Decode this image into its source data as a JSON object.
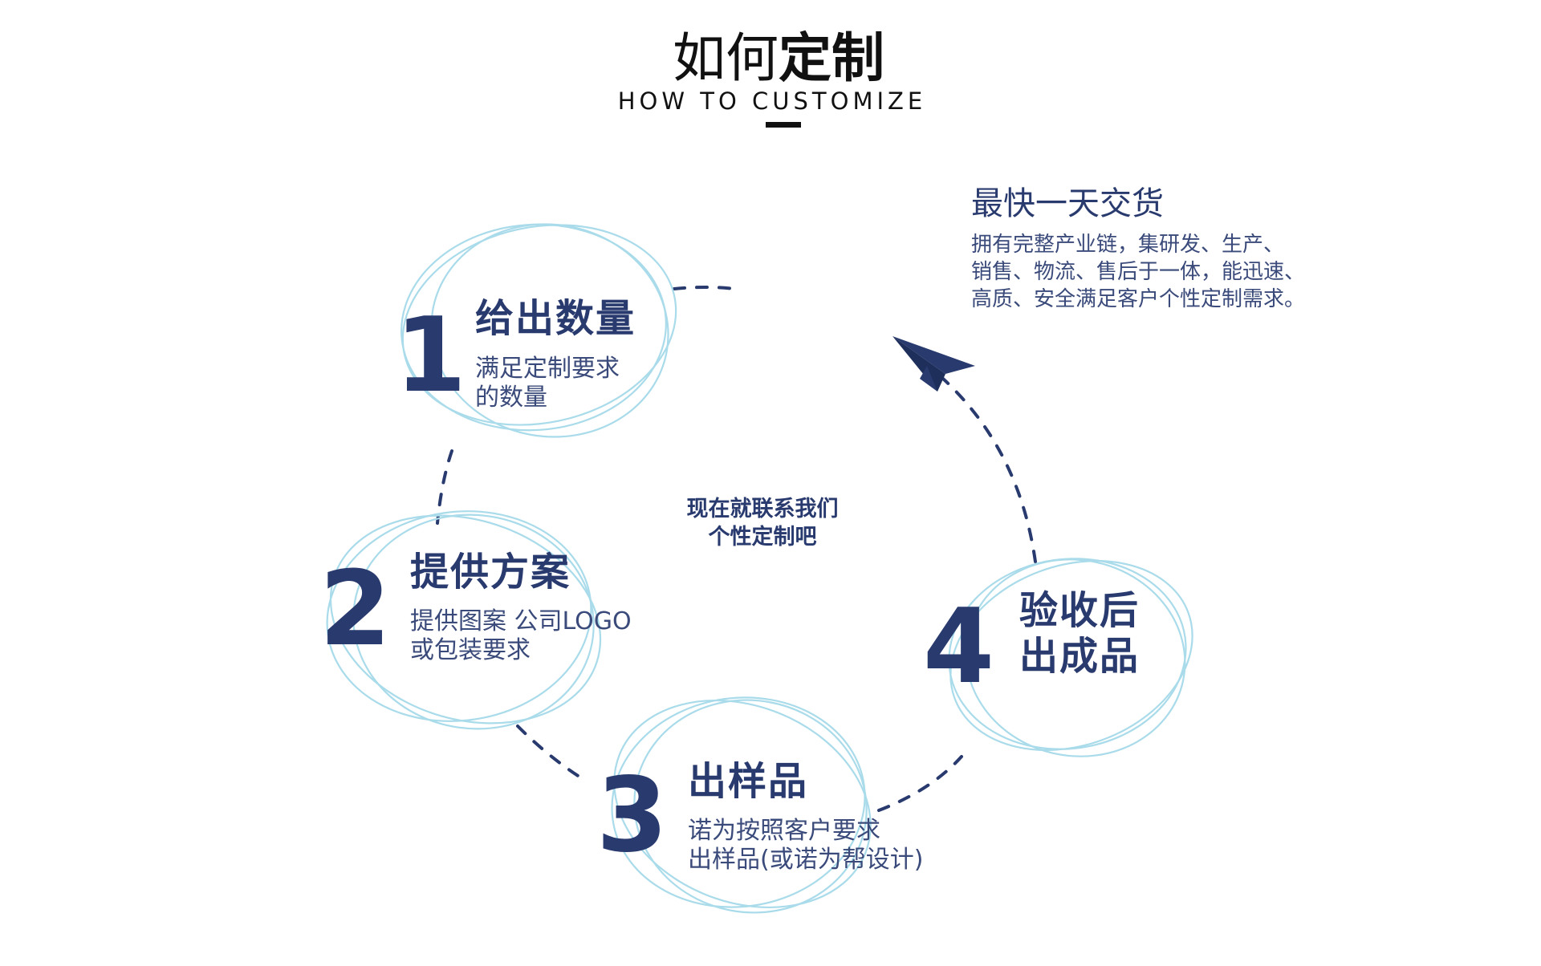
{
  "header": {
    "title_light": "如何",
    "title_bold": "定制",
    "subtitle": "HOW TO CUSTOMIZE"
  },
  "colors": {
    "navy": "#283a6e",
    "ring": "#a9dbea",
    "heading": "#111111"
  },
  "steps": [
    {
      "number": "1",
      "title": "给出数量",
      "desc": [
        "满足定制要求",
        "的数量"
      ]
    },
    {
      "number": "2",
      "title": "提供方案",
      "desc": [
        "提供图案 公司LOGO",
        "或包装要求"
      ]
    },
    {
      "number": "3",
      "title": "出样品",
      "desc": [
        "诺为按照客户要求",
        "出样品(或诺为帮设计)"
      ]
    },
    {
      "number": "4",
      "title_lines": [
        "验收后",
        "出成品"
      ]
    }
  ],
  "center": {
    "lines": [
      "现在就联系我们",
      "个性定制吧"
    ]
  },
  "delivery": {
    "title": "最快一天交货",
    "lines": [
      "拥有完整产业链，集研发、生产、",
      "销售、物流、售后于一体，能迅速、",
      "高质、安全满足客户个性定制需求。"
    ]
  },
  "icons": {
    "arrow": "paper-plane-icon"
  }
}
